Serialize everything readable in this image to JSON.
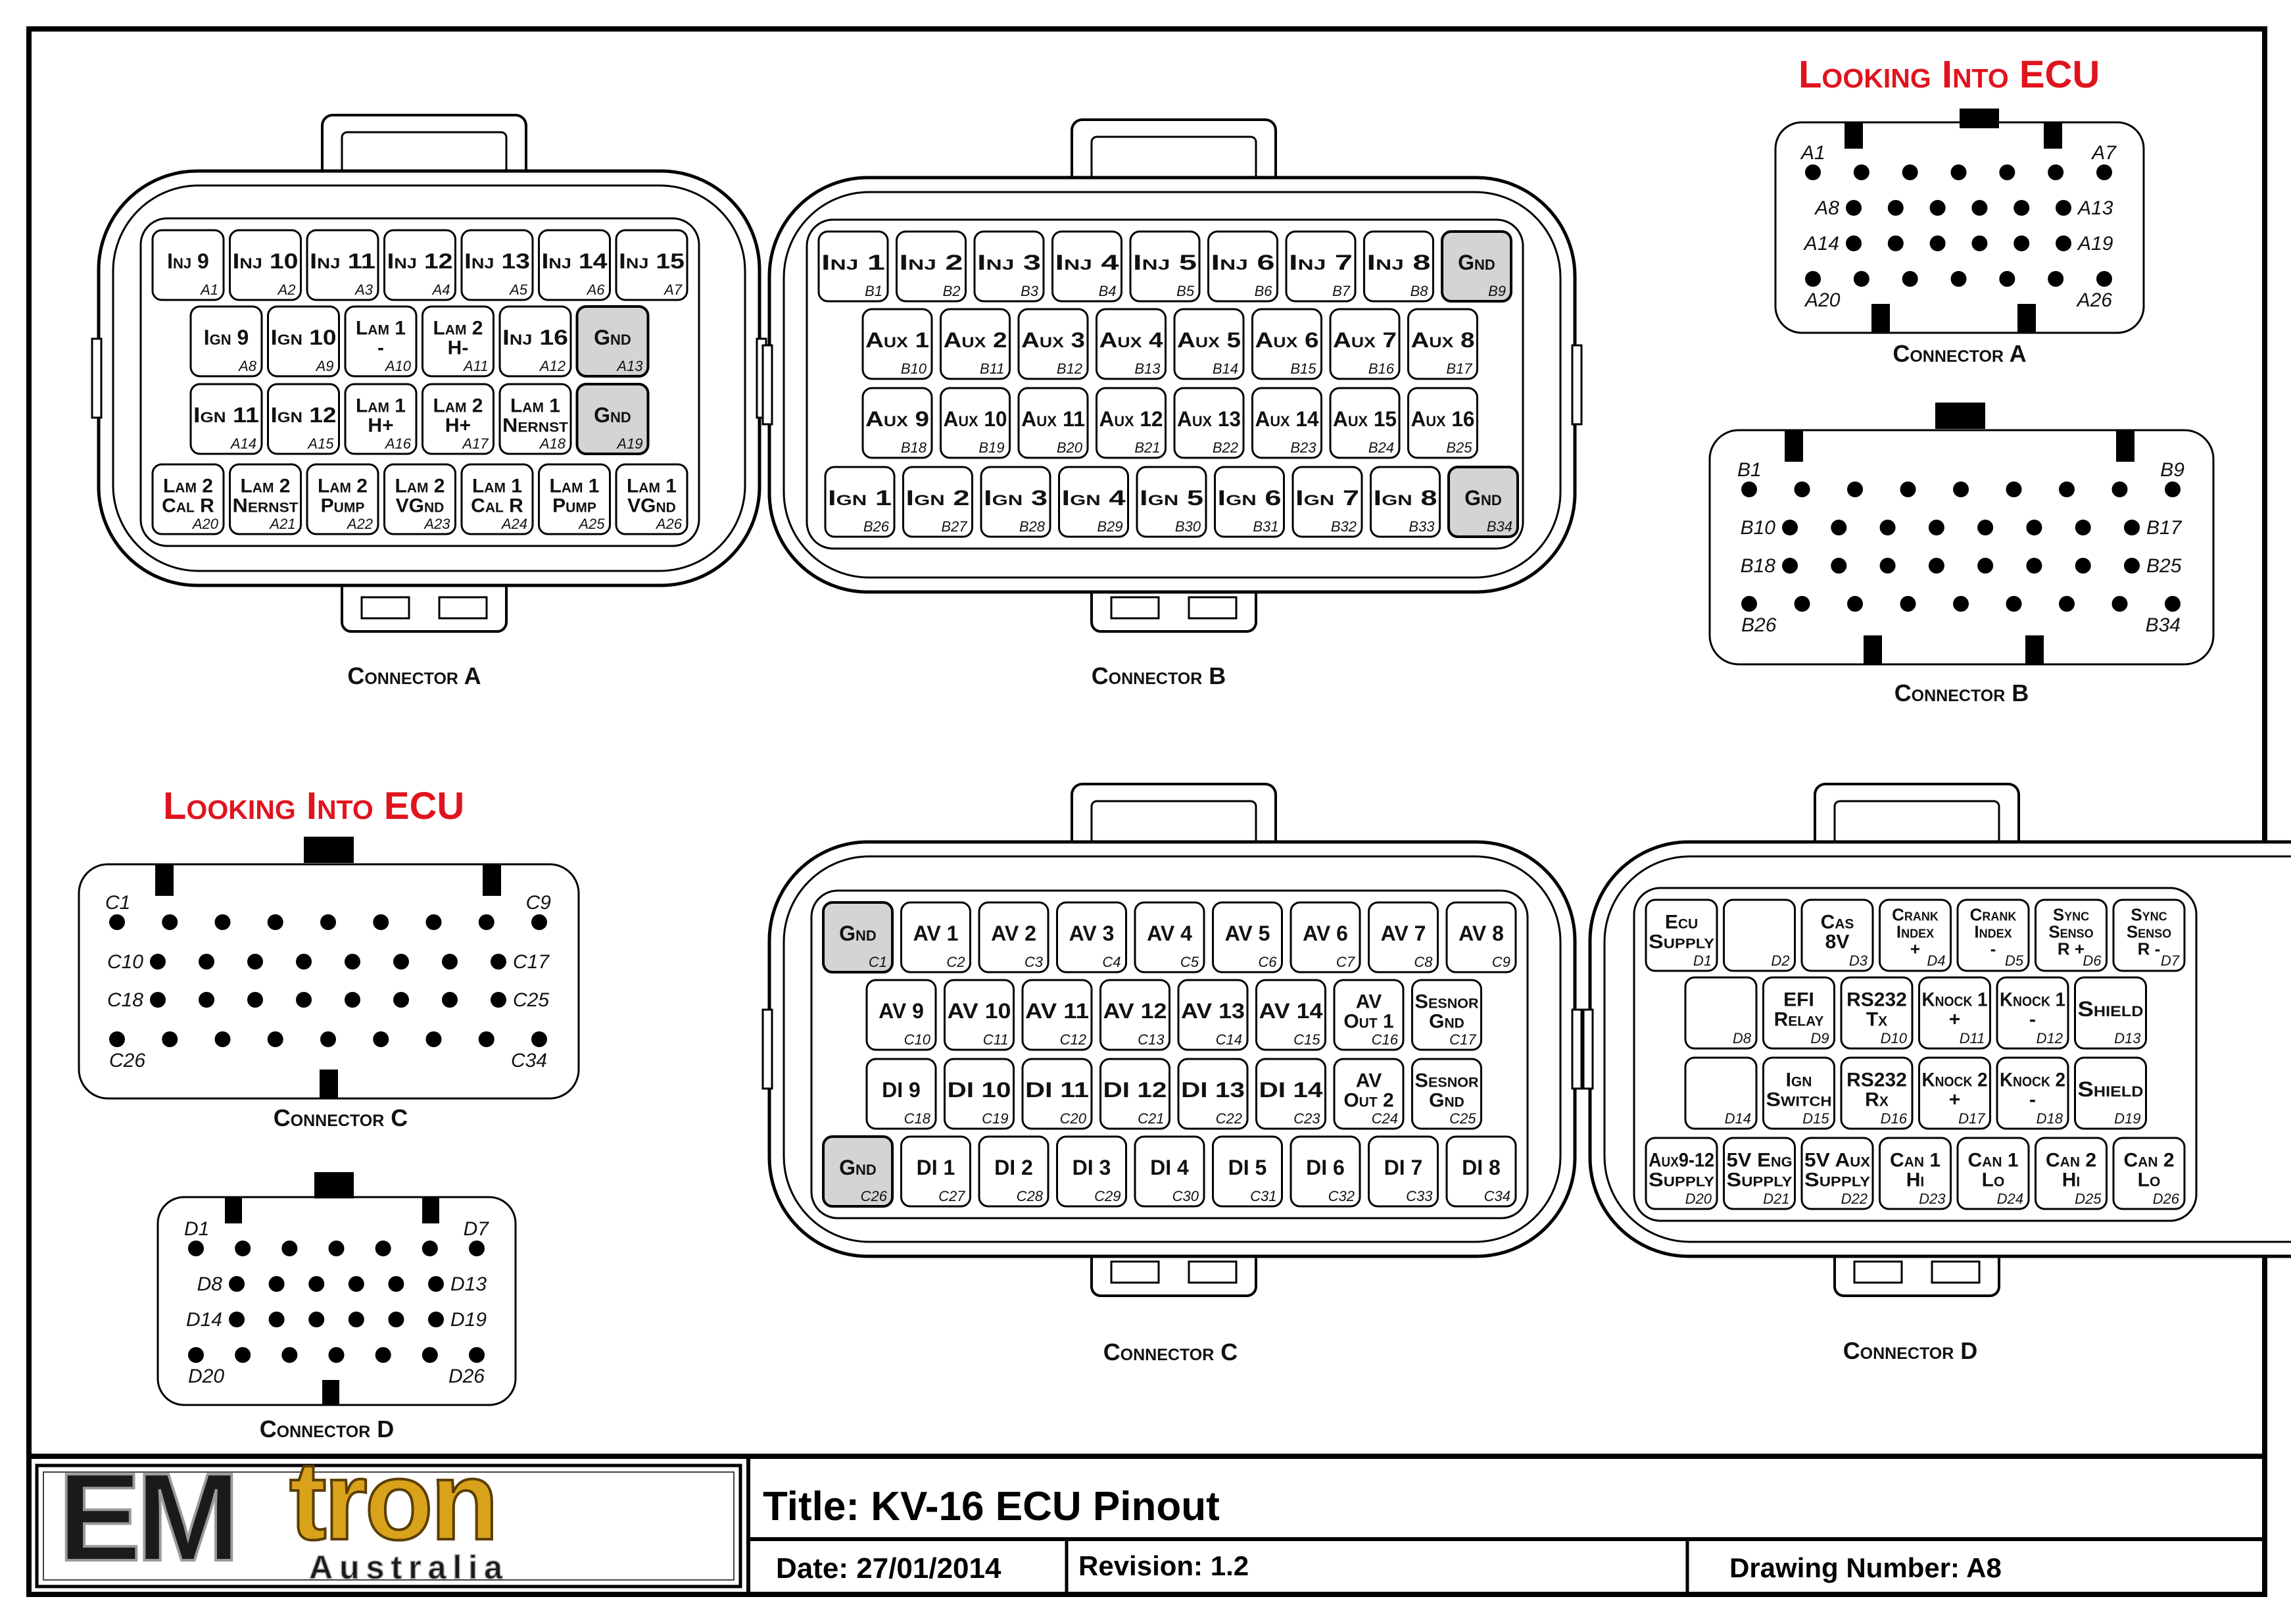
{
  "footer": {
    "title": "Title: KV-16 ECU Pinout",
    "date": "Date:  27/01/2014",
    "revision": "Revision: 1.2",
    "drawing_number": "Drawing Number: A8",
    "logo_word_1": "EM",
    "logo_word_2": "tron",
    "logo_sub": "Australia"
  },
  "colors": {
    "accent_red": "#e0141e",
    "gnd_fill": "#d4d4d4",
    "logo_gold": "#d9a21b"
  },
  "headings": {
    "looking_into_ecu": "Looking Into ECU"
  },
  "connector_names": {
    "A": "Connector A",
    "B": "Connector B",
    "C": "Connector C",
    "D": "Connector D"
  },
  "connectorA": [
    [
      [
        "Inj 9",
        "A1"
      ],
      [
        "Inj 10",
        "A2"
      ],
      [
        "Inj 11",
        "A3"
      ],
      [
        "Inj 12",
        "A4"
      ],
      [
        "Inj 13",
        "A5"
      ],
      [
        "Inj 14",
        "A6"
      ],
      [
        "Inj 15",
        "A7"
      ]
    ],
    [
      [
        "Ign 9",
        "A8"
      ],
      [
        "Ign 10",
        "A9"
      ],
      [
        "Lam 1\n-",
        "A10"
      ],
      [
        "Lam 2\nH-",
        "A11"
      ],
      [
        "Inj 16",
        "A12"
      ],
      [
        "Gnd",
        "A13"
      ]
    ],
    [
      [
        "Ign 11",
        "A14"
      ],
      [
        "Ign 12",
        "A15"
      ],
      [
        "Lam 1\nH+",
        "A16"
      ],
      [
        "Lam 2\nH+",
        "A17"
      ],
      [
        "Lam 1\nNernst",
        "A18"
      ],
      [
        "Gnd",
        "A19"
      ]
    ],
    [
      [
        "Lam 2\nCal R",
        "A20"
      ],
      [
        "Lam 2\nNernst",
        "A21"
      ],
      [
        "Lam 2\nPump",
        "A22"
      ],
      [
        "Lam 2\nVGnd",
        "A23"
      ],
      [
        "Lam 1\nCal R",
        "A24"
      ],
      [
        "Lam 1\nPump",
        "A25"
      ],
      [
        "Lam 1\nVGnd",
        "A26"
      ]
    ]
  ],
  "connectorB": [
    [
      [
        "Inj 1",
        "B1"
      ],
      [
        "Inj 2",
        "B2"
      ],
      [
        "Inj 3",
        "B3"
      ],
      [
        "Inj 4",
        "B4"
      ],
      [
        "Inj 5",
        "B5"
      ],
      [
        "Inj 6",
        "B6"
      ],
      [
        "Inj 7",
        "B7"
      ],
      [
        "Inj 8",
        "B8"
      ],
      [
        "Gnd",
        "B9"
      ]
    ],
    [
      [
        "Aux 1",
        "B10"
      ],
      [
        "Aux 2",
        "B11"
      ],
      [
        "Aux 3",
        "B12"
      ],
      [
        "Aux 4",
        "B13"
      ],
      [
        "Aux 5",
        "B14"
      ],
      [
        "Aux 6",
        "B15"
      ],
      [
        "Aux 7",
        "B16"
      ],
      [
        "Aux 8",
        "B17"
      ]
    ],
    [
      [
        "Aux 9",
        "B18"
      ],
      [
        "Aux 10",
        "B19"
      ],
      [
        "Aux 11",
        "B20"
      ],
      [
        "Aux 12",
        "B21"
      ],
      [
        "Aux 13",
        "B22"
      ],
      [
        "Aux 14",
        "B23"
      ],
      [
        "Aux 15",
        "B24"
      ],
      [
        "Aux 16",
        "B25"
      ]
    ],
    [
      [
        "Ign 1",
        "B26"
      ],
      [
        "Ign 2",
        "B27"
      ],
      [
        "Ign 3",
        "B28"
      ],
      [
        "Ign 4",
        "B29"
      ],
      [
        "Ign 5",
        "B30"
      ],
      [
        "Ign 6",
        "B31"
      ],
      [
        "Ign 7",
        "B32"
      ],
      [
        "Ign 8",
        "B33"
      ],
      [
        "Gnd",
        "B34"
      ]
    ]
  ],
  "connectorC": [
    [
      [
        "Gnd",
        "C1"
      ],
      [
        "AV 1",
        "C2"
      ],
      [
        "AV 2",
        "C3"
      ],
      [
        "AV 3",
        "C4"
      ],
      [
        "AV 4",
        "C5"
      ],
      [
        "AV 5",
        "C6"
      ],
      [
        "AV 6",
        "C7"
      ],
      [
        "AV 7",
        "C8"
      ],
      [
        "AV 8",
        "C9"
      ]
    ],
    [
      [
        "AV 9",
        "C10"
      ],
      [
        "AV 10",
        "C11"
      ],
      [
        "AV 11",
        "C12"
      ],
      [
        "AV 12",
        "C13"
      ],
      [
        "AV 13",
        "C14"
      ],
      [
        "AV 14",
        "C15"
      ],
      [
        "AV\nOut 1",
        "C16"
      ],
      [
        "Sesnor\nGnd",
        "C17"
      ]
    ],
    [
      [
        "DI 9",
        "C18"
      ],
      [
        "DI 10",
        "C19"
      ],
      [
        "DI 11",
        "C20"
      ],
      [
        "DI 12",
        "C21"
      ],
      [
        "DI 13",
        "C22"
      ],
      [
        "DI 14",
        "C23"
      ],
      [
        "AV\nOut 2",
        "C24"
      ],
      [
        "Sesnor\nGnd",
        "C25"
      ]
    ],
    [
      [
        "Gnd",
        "C26"
      ],
      [
        "DI 1",
        "C27"
      ],
      [
        "DI 2",
        "C28"
      ],
      [
        "DI 3",
        "C29"
      ],
      [
        "DI 4",
        "C30"
      ],
      [
        "DI 5",
        "C31"
      ],
      [
        "DI 6",
        "C32"
      ],
      [
        "DI 7",
        "C33"
      ],
      [
        "DI 8",
        "C34"
      ]
    ]
  ],
  "connectorD": [
    [
      [
        "Ecu\nSupply",
        "D1"
      ],
      [
        "",
        "D2"
      ],
      [
        "Cas\n8V",
        "D3"
      ],
      [
        "Crank\nIndex\n+",
        "D4"
      ],
      [
        "Crank\nIndex\n-",
        "D5"
      ],
      [
        "Sync\nSenso\nR +",
        "D6"
      ],
      [
        "Sync\nSenso\nR -",
        "D7"
      ]
    ],
    [
      [
        "",
        "D8"
      ],
      [
        "EFI\nRelay",
        "D9"
      ],
      [
        "RS232\nTx",
        "D10"
      ],
      [
        "Knock 1\n+",
        "D11"
      ],
      [
        "Knock 1\n-",
        "D12"
      ],
      [
        "Shield",
        "D13"
      ]
    ],
    [
      [
        "",
        "D14"
      ],
      [
        "Ign\nSwitch",
        "D15"
      ],
      [
        "RS232\nRx",
        "D16"
      ],
      [
        "Knock 2\n+",
        "D17"
      ],
      [
        "Knock 2\n-",
        "D18"
      ],
      [
        "Shield",
        "D19"
      ]
    ],
    [
      [
        "Aux9-12\nSupply",
        "D20"
      ],
      [
        "5V Eng\nSupply",
        "D21"
      ],
      [
        "5V Aux\nSupply",
        "D22"
      ],
      [
        "Can 1\nHi",
        "D23"
      ],
      [
        "Can 1\nLo",
        "D24"
      ],
      [
        "Can 2\nHi",
        "D25"
      ],
      [
        "Can 2\nLo",
        "D26"
      ]
    ]
  ],
  "faceA": {
    "labels": {
      "first": "A1",
      "last_row1": "A7",
      "r2_start": "A8",
      "r2_end": "A13",
      "r3_start": "A14",
      "r3_end": "A19",
      "r4_start": "A20",
      "r4_end": "A26"
    },
    "rows": [
      7,
      6,
      6,
      7
    ]
  },
  "faceB": {
    "labels": {
      "first": "B1",
      "last_row1": "B9",
      "r2_start": "B10",
      "r2_end": "B17",
      "r3_start": "B18",
      "r3_end": "B25",
      "r4_start": "B26",
      "r4_end": "B34"
    },
    "rows": [
      9,
      8,
      8,
      9
    ]
  },
  "faceC": {
    "labels": {
      "first": "C1",
      "last_row1": "C9",
      "r2_start": "C10",
      "r2_end": "C17",
      "r3_start": "C18",
      "r3_end": "C25",
      "r4_start": "C26",
      "r4_end": "C34"
    },
    "rows": [
      9,
      8,
      8,
      9
    ]
  },
  "faceD": {
    "labels": {
      "first": "D1",
      "last_row1": "D7",
      "r2_start": "D8",
      "r2_end": "D13",
      "r3_start": "D14",
      "r3_end": "D19",
      "r4_start": "D20",
      "r4_end": "D26"
    },
    "rows": [
      7,
      6,
      6,
      7
    ]
  }
}
